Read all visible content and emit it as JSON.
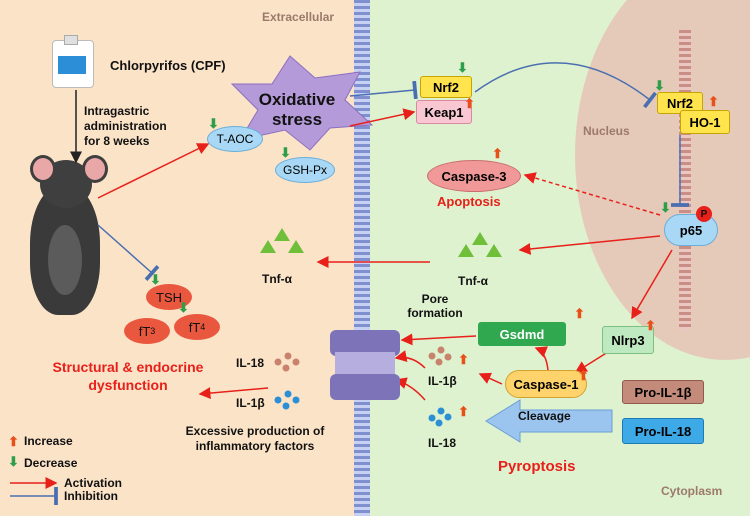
{
  "regions": {
    "extracellular": "Extracellular",
    "nucleus": "Nucleus",
    "cytoplasm": "Cytoplasm"
  },
  "exposure": {
    "agent": "Chlorpyrifos (CPF)",
    "route_line1": "Intragastric",
    "route_line2": "administration",
    "route_line3": "for 8 weeks"
  },
  "oxidative": {
    "line1": "Oxidative",
    "line2": "stress",
    "t_aoc": "T-AOC",
    "gsh_px": "GSH-Px"
  },
  "nrf_pathway": {
    "nrf2_cyto": "Nrf2",
    "keap1": "Keap1",
    "nrf2_nuc": "Nrf2",
    "ho1": "HO-1",
    "p65": "p65",
    "phospho": "P"
  },
  "apoptosis": {
    "caspase3": "Caspase-3",
    "label": "Apoptosis"
  },
  "inflammation": {
    "tnf_inner": "Tnf-α",
    "tnf_outer": "Tnf-α",
    "nlrp3": "Nlrp3",
    "caspase1": "Caspase-1",
    "pro_il1b": "Pro-IL-1β",
    "pro_il18": "Pro-IL-18",
    "cleavage": "Cleavage",
    "gsdmd": "Gsdmd",
    "pore_line1": "Pore",
    "pore_line2": "formation",
    "il1b_inner": "IL-1β",
    "il18_inner": "IL-18",
    "il18_outer": "IL-18",
    "il1b_outer": "IL-1β",
    "pyroptosis": "Pyroptosis",
    "excess_line1": "Excessive production of",
    "excess_line2": "inflammatory factors"
  },
  "endocrine": {
    "tsh": "TSH",
    "ft3": "fT",
    "ft3_sub": "3",
    "ft4": "fT",
    "ft4_sub": "4",
    "outcome_line1": "Structural & endocrine",
    "outcome_line2": "dysfunction"
  },
  "legend": {
    "increase": "Increase",
    "decrease": "Decrease",
    "activation": "Activation",
    "inhibition": "Inhibition"
  },
  "colors": {
    "activation": "#e8201a",
    "inhibition": "#4a6fb0",
    "increase": "#e8501a",
    "decrease": "#2e9e4a",
    "extracellular_bg": "#fbe3c8",
    "cytoplasm_bg": "#dff2cf"
  }
}
